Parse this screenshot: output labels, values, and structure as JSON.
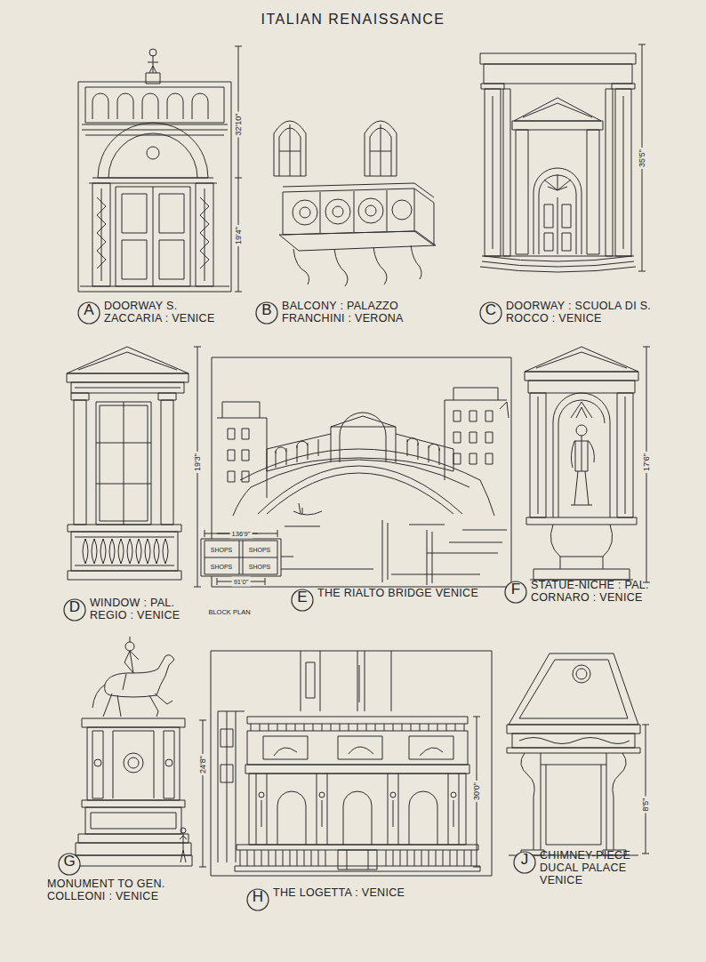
{
  "diagram": {
    "title": "ITALIAN RENAISSANCE",
    "nodes": [
      {
        "text": [
          "A",
          "DOORWAY S. ZACCARIA : VENICE"
        ]
      },
      {
        "text": [
          "B",
          "BALCONY : PALAZZO FRANCHINI : VERONA"
        ]
      },
      {
        "text": [
          "C",
          "DOORWAY : SCUOLA DI S. ROCCO : VENICE"
        ]
      },
      {
        "text": [
          "D",
          "WINDOW : PAL. REGIO : VENICE"
        ]
      },
      {
        "text": [
          "E",
          "THE RIALTO BRIDGE VENICE"
        ]
      },
      {
        "text": [
          "F",
          "STATUE-NICHE : PAL. CORNARO : VENICE"
        ]
      },
      {
        "text": [
          "G",
          "MONUMENT TO GEN. COLLEONI : VENICE"
        ]
      },
      {
        "text": [
          "H",
          "THE LOGETTA : VENICE"
        ]
      },
      {
        "text": [
          "J",
          "CHIMNEY-PIECE DUCAL PALACE VENICE"
        ]
      }
    ],
    "labels": [
      "32'10\"",
      "19'4\"",
      "35'5\"",
      "19'3\"",
      "136'9\"",
      "SHOPS",
      "SHOPS",
      "SHOPS",
      "SHOPS",
      "91'0\"",
      "BLOCK PLAN",
      "17'6\"",
      "24'8\"",
      "30'0\"",
      "8'5\""
    ]
  }
}
